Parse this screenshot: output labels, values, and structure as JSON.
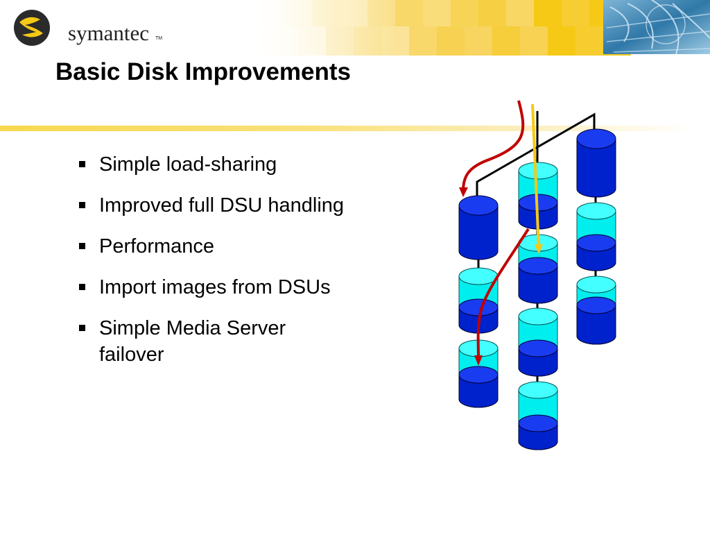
{
  "brand": {
    "name": "symantec",
    "trademark": "TM",
    "logo_icon": "symantec-globe-logo",
    "colors": {
      "accent": "#f5c915",
      "banner_light": "#fbe9a6",
      "logo_dark": "#2b2b2b"
    }
  },
  "slide": {
    "title": "Basic Disk Improvements",
    "bullets": [
      {
        "text": "Simple load-sharing"
      },
      {
        "text": "Improved full DSU handling"
      },
      {
        "text": "Performance"
      },
      {
        "text": "Import images from DSUs"
      },
      {
        "text": "Simple Media Server failover"
      }
    ]
  },
  "diagram": {
    "description_icon": "disk-cylinder-stacks",
    "colors": {
      "disk_dark": "#0022cc",
      "disk_mid": "#1a3cf0",
      "disk_light": "#00eeee",
      "arrow_red": "#c00000",
      "arrow_yellow": "#f5c915",
      "line": "#000000"
    }
  }
}
